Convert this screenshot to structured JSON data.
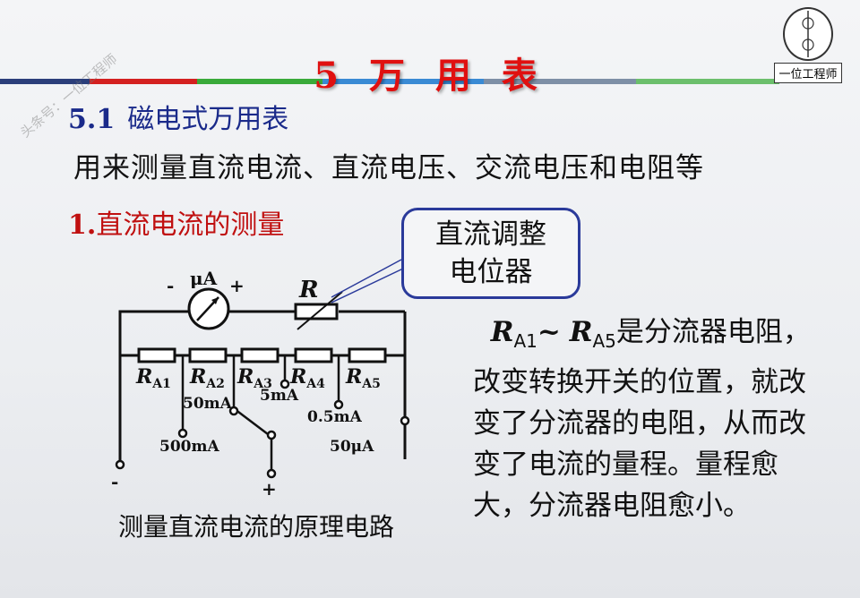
{
  "watermark": "头条号：一位工程师",
  "logo": {
    "caption": "一位工程师"
  },
  "slide_title": "5  万 用 表",
  "section": {
    "number": "5.1",
    "name": "磁电式万用表"
  },
  "description": "用来测量直流电流、直流电压、交流电压和电阻等",
  "subsection": {
    "number": "1.",
    "name": "直流电流的测量"
  },
  "callout": {
    "line1": "直流调整",
    "line2": "电位器"
  },
  "circuit": {
    "meter": "μA",
    "meter_minus": "-",
    "meter_plus": "+",
    "resistor": "R",
    "shunts": [
      {
        "r": "R",
        "sub": "A1"
      },
      {
        "r": "R",
        "sub": "A2"
      },
      {
        "r": "R",
        "sub": "A3"
      },
      {
        "r": "R",
        "sub": "A4"
      },
      {
        "r": "R",
        "sub": "A5"
      }
    ],
    "ranges": [
      "500mA",
      "50mA",
      "5mA",
      "0.5mA",
      "50μA"
    ],
    "terminal_minus": "-",
    "terminal_plus": "+"
  },
  "explanation": {
    "r1": "R",
    "s1": "A1",
    "tilde": "~",
    "r2": "R",
    "s2": "A5",
    "text": "是分流器电阻，改变转换开关的位置，就改变了分流器的电阻，从而改变了电流的量程。量程愈大，分流器电阻愈小。"
  },
  "caption": "测量直流电流的原理电路",
  "colors": {
    "title": "#e01010",
    "section": "#1a2a8a",
    "subsection": "#c01010",
    "callout_border": "#2a3a9a"
  }
}
